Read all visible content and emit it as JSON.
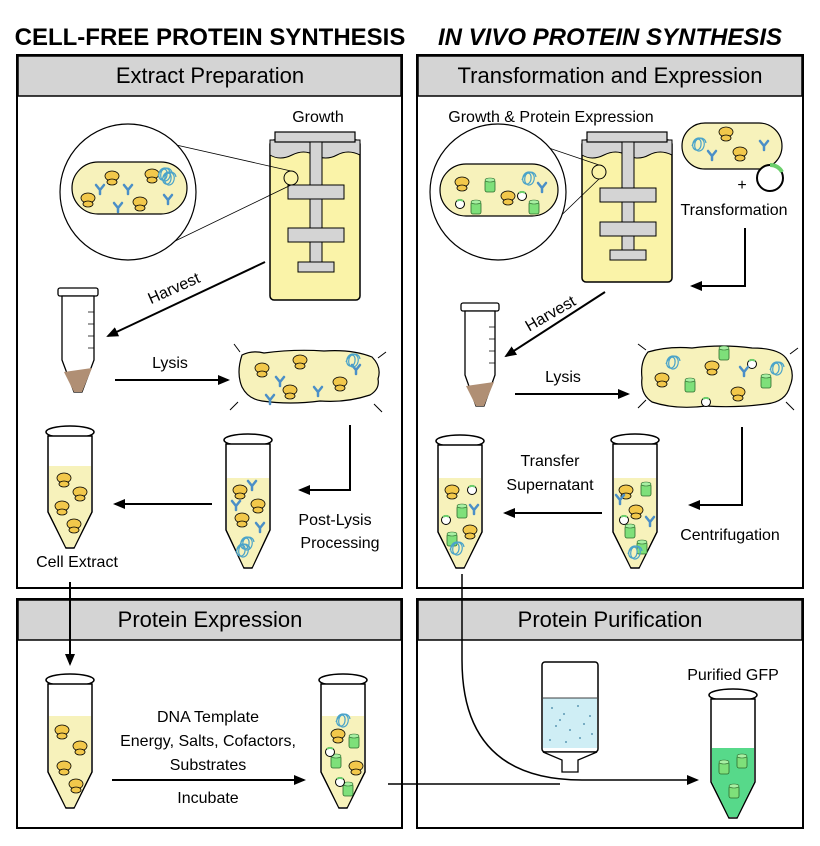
{
  "titles": {
    "left": "CELL-FREE PROTEIN SYNTHESIS",
    "right": "IN VIVO PROTEIN SYNTHESIS"
  },
  "panels": {
    "extract_preparation": "Extract Preparation",
    "transformation_expression": "Transformation and Expression",
    "protein_expression": "Protein Expression",
    "protein_purification": "Protein Purification"
  },
  "labels": {
    "growth": "Growth",
    "harvest_left": "Harvest",
    "lysis_left": "Lysis",
    "post_lysis_1": "Post-Lysis",
    "post_lysis_2": "Processing",
    "cell_extract": "Cell Extract",
    "growth_protein_expression": "Growth & Protein Expression",
    "transformation": "Transformation",
    "plus_sign": "+",
    "harvest_right": "Harvest",
    "lysis_right": "Lysis",
    "transfer_1": "Transfer",
    "transfer_2": "Supernatant",
    "centrifugation": "Centrifugation",
    "dna_template": "DNA Template",
    "energy_line": "Energy, Salts, Cofactors,",
    "substrates": "Substrates",
    "incubate": "Incubate",
    "purified_gfp": "Purified GFP"
  },
  "colors": {
    "medium_yellow": "#faf3a8",
    "cell_yellow": "#f7f2bb",
    "header_gray": "#d4d4d4",
    "ribosome": "#f2c84b",
    "gfp_green": "#7ee07a",
    "gfp_liquid": "#57d98a",
    "dna_blue": "#4aa3c9",
    "antibody_blue": "#4b8fc7",
    "pellet_brown": "#b08f74",
    "column_liquid": "#cfeef5"
  }
}
